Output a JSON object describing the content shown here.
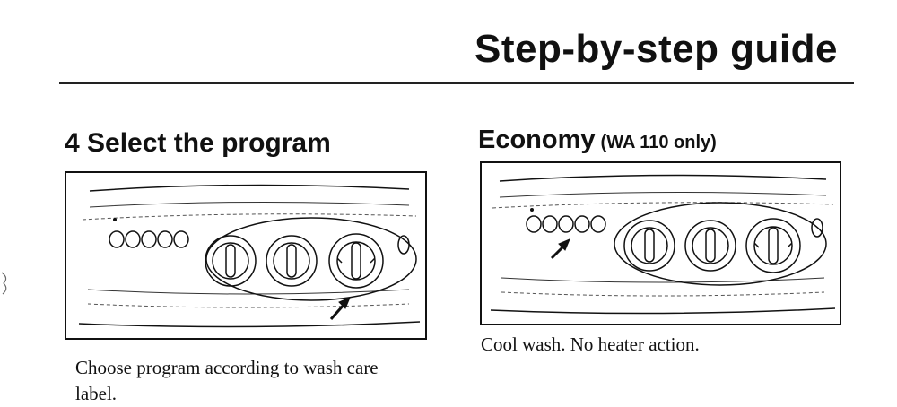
{
  "header": {
    "title": "Step-by-step guide"
  },
  "left_section": {
    "heading": "4  Select the program",
    "caption": "Choose program according to wash care label."
  },
  "right_section": {
    "heading": "Economy",
    "heading_suffix": "(WA 110 only)",
    "caption": "Cool wash. No heater action."
  }
}
